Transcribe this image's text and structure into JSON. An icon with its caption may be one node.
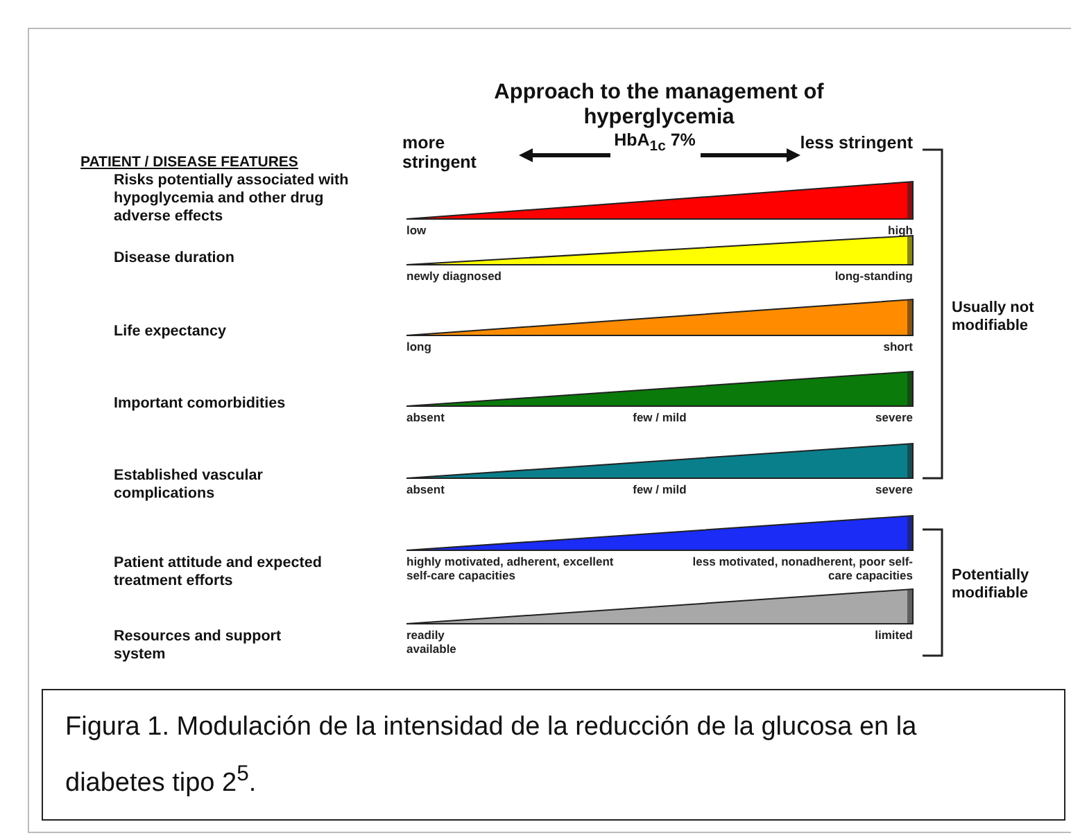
{
  "diagram": {
    "title": "Approach to the management of hyperglycemia",
    "caption": "Figura 1. Modulación de la intensidad de la reducción de la glucosa en la diabetes tipo 2$^{5}$.",
    "nodes": [
      {
        "text": [
          "low",
          "high"
        ]
      },
      {
        "text": [
          "newly diagnosed",
          "long-standing"
        ]
      },
      {
        "text": [
          "long",
          "short"
        ]
      },
      {
        "text": [
          "absent",
          "few / mild",
          "severe"
        ]
      },
      {
        "text": [
          "absent",
          "few / mild",
          "severe"
        ]
      },
      {
        "text": [
          "highly motivated, adherent, excellent self-care capacities",
          "less motivated, nonadherent, poor self-care capacities"
        ]
      },
      {
        "text": [
          "readily available",
          "limited"
        ]
      }
    ],
    "labels": [
      "more stringent",
      "HbA$_{1c}$ 7%",
      "less stringent",
      "PATIENT / DISEASE FEATURES",
      "Risks potentially associated with hypoglycemia and other drug adverse effects",
      "Disease duration",
      "Life expectancy",
      "Important comorbidities",
      "Established vascular complications",
      "Patient attitude and expected treatment efforts",
      "Resources and support system",
      "Usually not modifiable",
      "Potentially modifiable"
    ]
  }
}
